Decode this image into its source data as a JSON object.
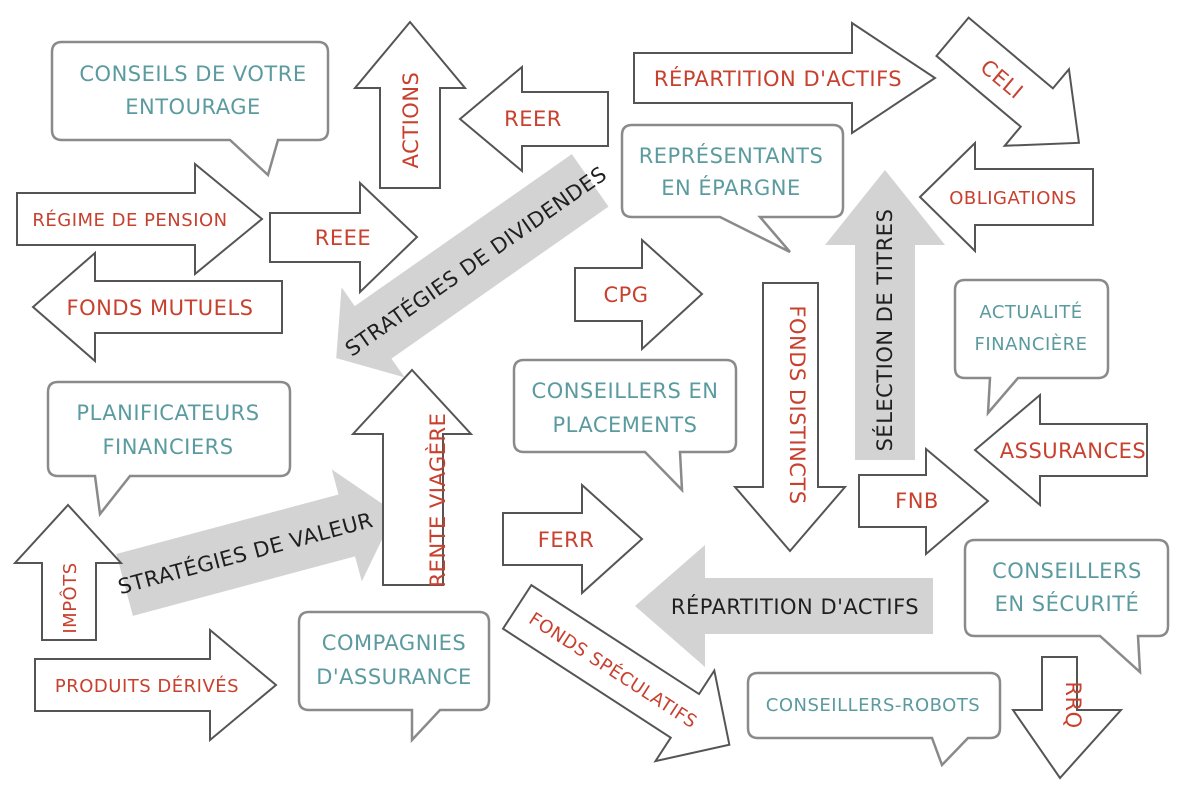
{
  "colors": {
    "red": "#c8402e",
    "teal": "#5b9ba0",
    "dark": "#1f1f1f",
    "outline": "#555555",
    "bubble_outline": "#8a8a8a",
    "gray_fill": "#d3d3d3"
  },
  "bubbles": {
    "conseils": [
      "CONSEILS DE VOTRE",
      "ENTOURAGE"
    ],
    "representants": [
      "REPRÉSENTANTS",
      "EN ÉPARGNE"
    ],
    "actualite": [
      "ACTUALITÉ",
      "FINANCIÈRE"
    ],
    "planificateurs": [
      "PLANIFICATEURS",
      "FINANCIERS"
    ],
    "conseillers_placements": [
      "CONSEILLERS EN",
      "PLACEMENTS"
    ],
    "compagnies": [
      "COMPAGNIES",
      "D'ASSURANCE"
    ],
    "conseillers_securite": [
      "CONSEILLERS",
      "EN SÉCURITÉ"
    ],
    "robots": [
      "CONSEILLERS-ROBOTS"
    ]
  },
  "arrows": {
    "actions": "ACTIONS",
    "reer": "REER",
    "repartition_top": "RÉPARTITION D'ACTIFS",
    "celi": "CELI",
    "regime": "RÉGIME DE PENSION",
    "reee": "REEE",
    "obligations": "OBLIGATIONS",
    "fonds_mutuels": "FONDS MUTUELS",
    "cpg": "CPG",
    "fonds_distincts": "FONDS DISTINCTS",
    "rente": "RENTE VIAGÈRE",
    "assurances": "ASSURANCES",
    "fnb": "FNB",
    "impots": "IMPÔTS",
    "ferr": "FERR",
    "produits": "PRODUITS DÉRIVÉS",
    "fonds_speculatifs": "FONDS SPÉCULATIFS",
    "rrq": "RRQ"
  },
  "gray_arrows": {
    "dividendes": "STRATÉGIES DE DIVIDENDES",
    "titres": "SÉLECTION DE TITRES",
    "valeur": "STRATÉGIES DE VALEUR",
    "repartition_bottom": "RÉPARTITION D'ACTIFS"
  }
}
